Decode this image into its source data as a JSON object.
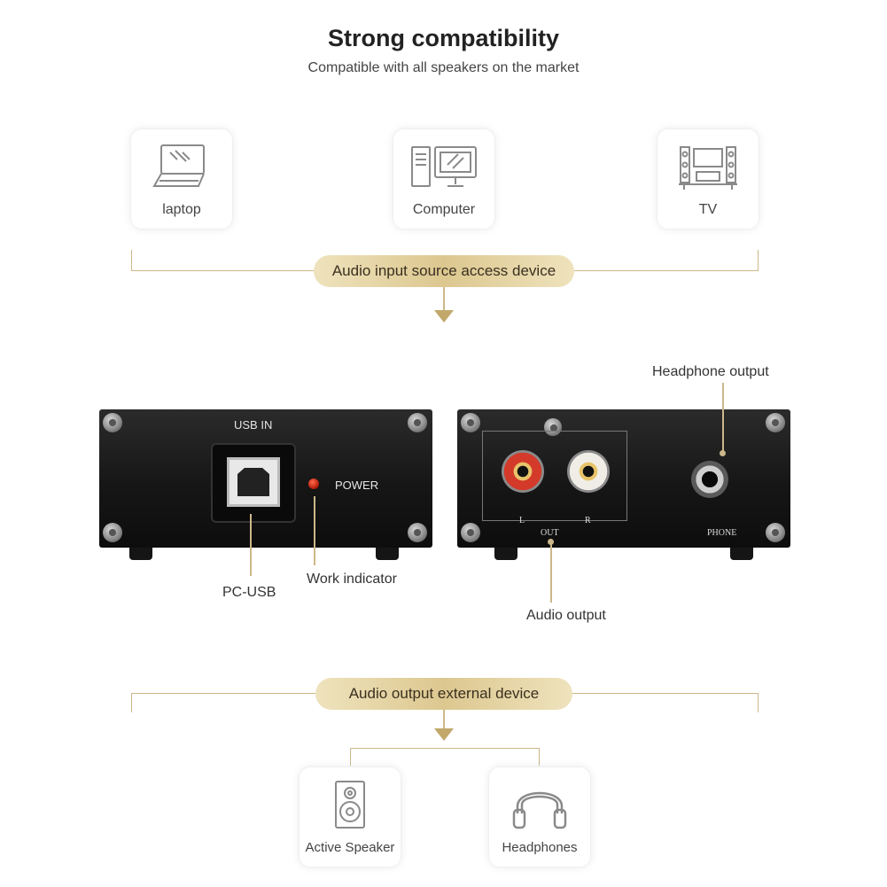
{
  "header": {
    "title": "Strong compatibility",
    "subtitle": "Compatible with all speakers on the market"
  },
  "inputs": {
    "items": [
      {
        "label": "laptop",
        "icon": "laptop-icon"
      },
      {
        "label": "Computer",
        "icon": "computer-icon"
      },
      {
        "label": "TV",
        "icon": "tv-icon"
      }
    ],
    "banner": "Audio input source access device"
  },
  "device_front": {
    "usb_label": "USB IN",
    "power_label": "POWER",
    "callout_usb": "PC-USB",
    "callout_indicator": "Work indicator"
  },
  "device_back": {
    "left_label": "L",
    "right_label": "R",
    "out_label": "OUT",
    "phone_label": "PHONE",
    "callout_headphone": "Headphone output",
    "callout_audio": "Audio output"
  },
  "outputs": {
    "banner": "Audio output external device",
    "items": [
      {
        "label": "Active Speaker",
        "icon": "speaker-icon"
      },
      {
        "label": "Headphones",
        "icon": "headphones-icon"
      }
    ]
  },
  "colors": {
    "gold_line": "#cdb78a",
    "gold_pill": "#dcc78f",
    "device_body": "#161616",
    "rca_red": "#d43a2a",
    "rca_white": "#f0ede6"
  }
}
